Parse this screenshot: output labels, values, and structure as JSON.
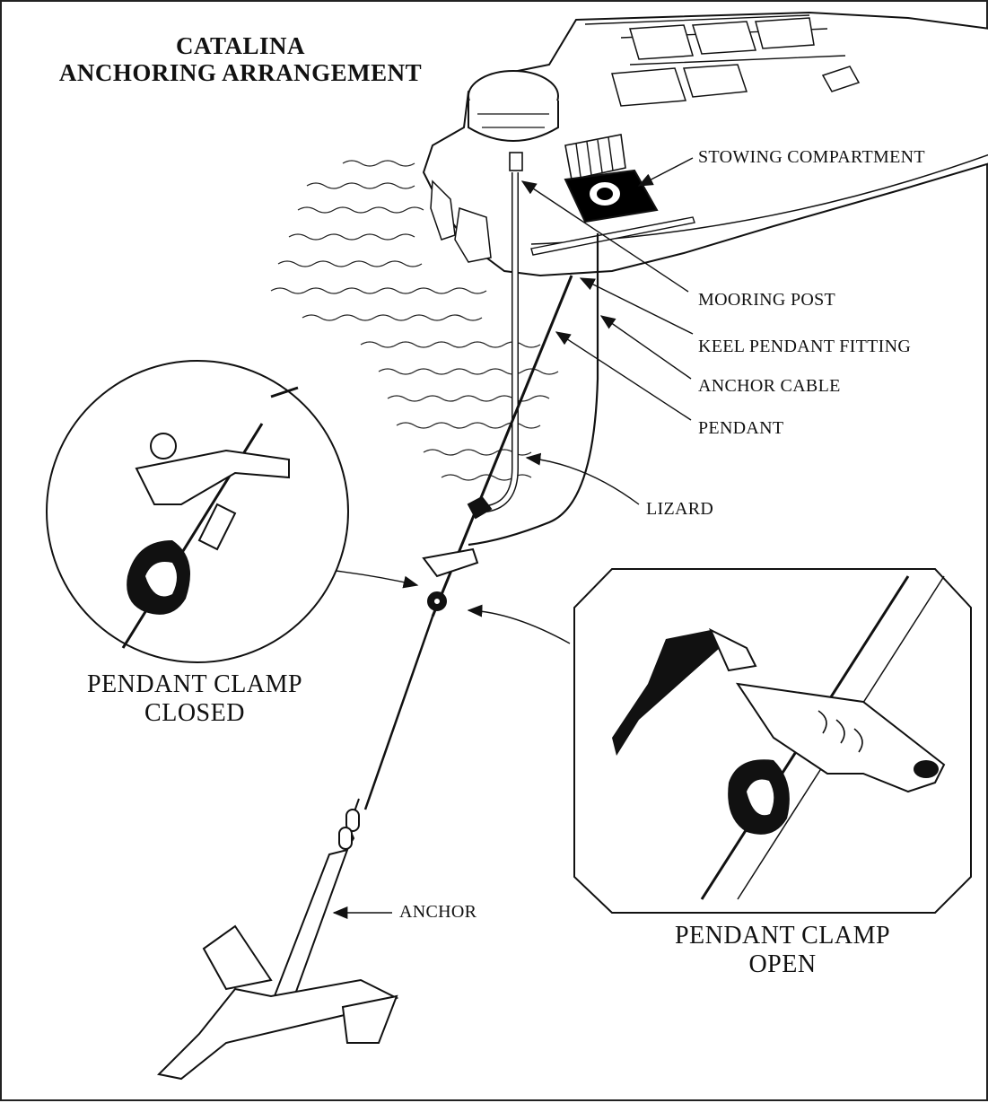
{
  "title": {
    "line1": "CATALINA",
    "line2": "ANCHORING ARRANGEMENT"
  },
  "labels": {
    "stowing_compartment": "STOWING COMPARTMENT",
    "mooring_post": "MOORING POST",
    "keel_pendant_fitting": "KEEL PENDANT FITTING",
    "anchor_cable": "ANCHOR CABLE",
    "pendant": "PENDANT",
    "lizard": "LIZARD",
    "anchor": "ANCHOR"
  },
  "captions": {
    "closed": {
      "line1": "PENDANT CLAMP",
      "line2": "CLOSED"
    },
    "open": {
      "line1": "PENDANT CLAMP",
      "line2": "OPEN"
    }
  }
}
